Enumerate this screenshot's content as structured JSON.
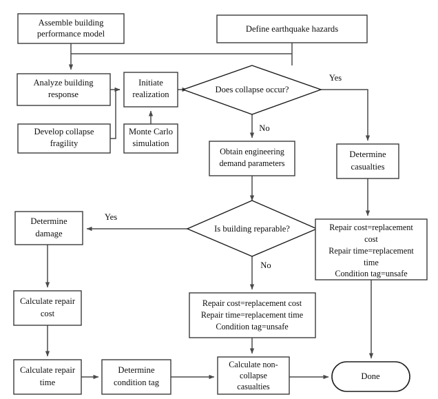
{
  "diagram": {
    "title": "Earthquake building performance assessment flowchart",
    "background_color": "#ffffff",
    "line_color": "#4a4a4a",
    "text_color": "#0d0d0d",
    "nodes": {
      "assemble_model": {
        "lines": [
          "Assemble building",
          "performance model"
        ],
        "shape": "rect"
      },
      "define_hazards": {
        "lines": [
          "Define earthquake hazards"
        ],
        "shape": "rect"
      },
      "analyze_response": {
        "lines": [
          "Analyze building",
          "response"
        ],
        "shape": "rect"
      },
      "initiate_realization": {
        "lines": [
          "Initiate",
          "realization"
        ],
        "shape": "rect"
      },
      "develop_fragility": {
        "lines": [
          "Develop collapse",
          "fragility"
        ],
        "shape": "rect"
      },
      "monte_carlo": {
        "lines": [
          "Monte Carlo",
          "simulation"
        ],
        "shape": "rect"
      },
      "collapse_decision": {
        "lines": [
          "Does collapse occur?"
        ],
        "shape": "diamond"
      },
      "obtain_edp": {
        "lines": [
          "Obtain engineering",
          "demand parameters"
        ],
        "shape": "rect"
      },
      "determine_casualties": {
        "lines": [
          "Determine",
          "casualties"
        ],
        "shape": "rect"
      },
      "reparable_decision": {
        "lines": [
          "Is building reparable?"
        ],
        "shape": "diamond"
      },
      "collapse_replacement": {
        "lines": [
          "Repair cost=replacement",
          "cost",
          "Repair time=replacement",
          "time",
          "Condition tag=unsafe"
        ],
        "shape": "rect"
      },
      "determine_damage": {
        "lines": [
          "Determine",
          "damage"
        ],
        "shape": "rect"
      },
      "irreparable_replacement": {
        "lines": [
          "Repair cost=replacement cost",
          "Repair time=replacement time",
          "Condition tag=unsafe"
        ],
        "shape": "rect"
      },
      "calculate_repair_cost": {
        "lines": [
          "Calculate repair",
          "cost"
        ],
        "shape": "rect"
      },
      "calculate_repair_time": {
        "lines": [
          "Calculate repair",
          "time"
        ],
        "shape": "rect"
      },
      "determine_condition_tag": {
        "lines": [
          "Determine",
          "condition tag"
        ],
        "shape": "rect"
      },
      "noncollapse_casualties": {
        "lines": [
          "Calculate non-",
          "collapse",
          "casualties"
        ],
        "shape": "rect"
      },
      "done": {
        "lines": [
          "Done"
        ],
        "shape": "terminator"
      }
    },
    "edge_labels": {
      "collapse_yes": "Yes",
      "collapse_no": "No",
      "reparable_yes": "Yes",
      "reparable_no": "No"
    }
  }
}
